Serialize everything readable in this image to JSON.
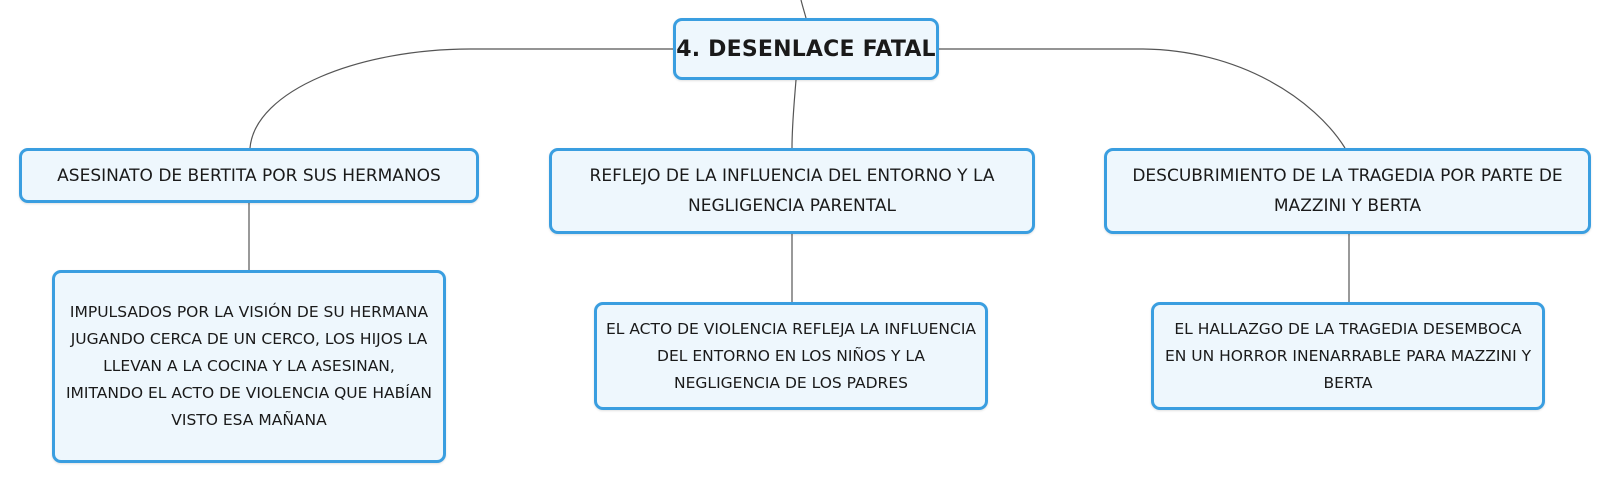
{
  "root": {
    "label": "4. DESENLACE FATAL"
  },
  "branches": [
    {
      "title": "ASESINATO DE BERTITA POR SUS HERMANOS",
      "detail": "IMPULSADOS POR LA VISIÓN DE SU HERMANA JUGANDO CERCA DE UN CERCO, LOS HIJOS LA LLEVAN A LA COCINA Y LA ASESINAN, IMITANDO EL ACTO DE VIOLENCIA QUE HABÍAN VISTO ESA MAÑANA"
    },
    {
      "title": "REFLEJO DE LA INFLUENCIA DEL ENTORNO Y LA NEGLIGENCIA PARENTAL",
      "detail": "EL ACTO DE VIOLENCIA REFLEJA LA INFLUENCIA DEL ENTORNO EN LOS NIÑOS Y LA NEGLIGENCIA DE LOS PADRES"
    },
    {
      "title": "DESCUBRIMIENTO DE LA TRAGEDIA POR PARTE DE MAZZINI Y BERTA",
      "detail": "EL HALLAZGO DE LA TRAGEDIA DESEMBOCA EN UN HORROR INENARRABLE PARA MAZZINI Y BERTA"
    }
  ],
  "colors": {
    "node_border": "#3a9ee0",
    "node_fill": "#eef7fd",
    "connector": "#555555"
  }
}
